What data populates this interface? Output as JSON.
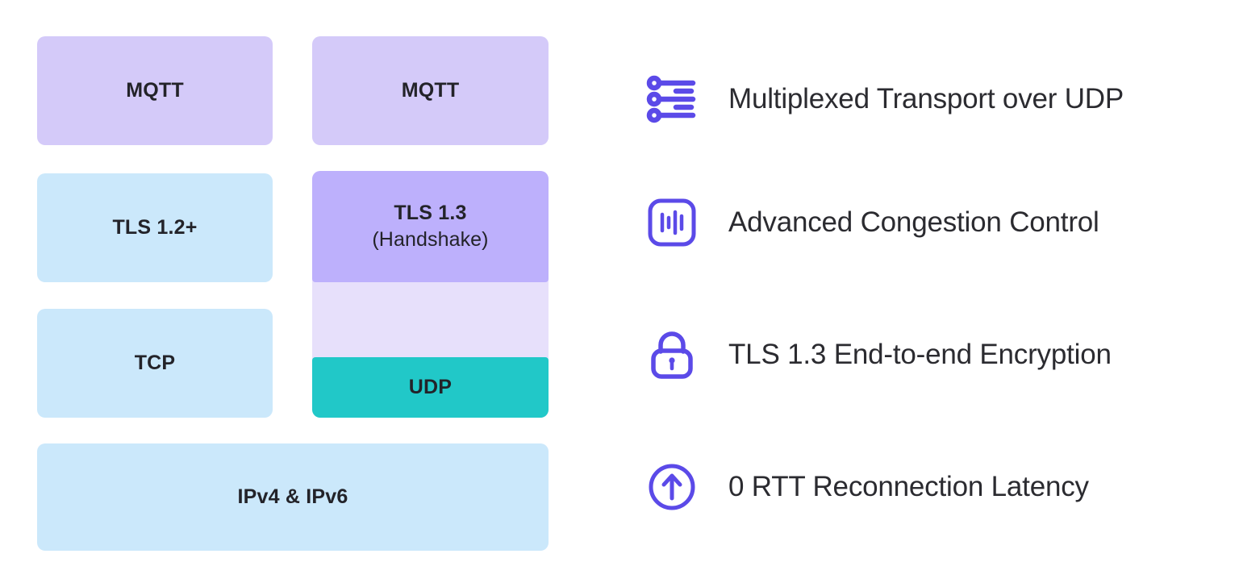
{
  "colors": {
    "app_layer": "#d4caf9",
    "tls13_layer": "#bdb0fc",
    "quic_container": "#e7e0fb",
    "network_layer": "#cbe8fb",
    "udp_layer": "#21c8c8",
    "icon_accent": "#5b4ae8",
    "text_dark": "#232329",
    "background": "#ffffff"
  },
  "diagram": {
    "name": "protocol-stack-comparison",
    "columns": [
      {
        "name": "tcp-stack",
        "layers": [
          {
            "id": "mqtt-tcp",
            "title": "MQTT",
            "sub": ""
          },
          {
            "id": "tls12",
            "title": "TLS 1.2+",
            "sub": ""
          },
          {
            "id": "tcp",
            "title": "TCP",
            "sub": ""
          }
        ]
      },
      {
        "name": "quic-stack",
        "layers": [
          {
            "id": "mqtt-quic",
            "title": "MQTT",
            "sub": ""
          },
          {
            "id": "tls13",
            "title": "TLS 1.3",
            "sub": "(Handshake)"
          },
          {
            "id": "udp",
            "title": "UDP",
            "sub": ""
          }
        ]
      }
    ],
    "shared_layer": {
      "id": "ip",
      "title": "IPv4 & IPv6",
      "sub": ""
    }
  },
  "features": [
    {
      "icon": "multiplexed-streams-icon",
      "label": "Multiplexed Transport over UDP"
    },
    {
      "icon": "waveform-icon",
      "label": "Advanced Congestion Control"
    },
    {
      "icon": "lock-icon",
      "label": "TLS 1.3 End-to-end Encryption"
    },
    {
      "icon": "arrow-up-circle-icon",
      "label": "0 RTT Reconnection Latency"
    }
  ]
}
